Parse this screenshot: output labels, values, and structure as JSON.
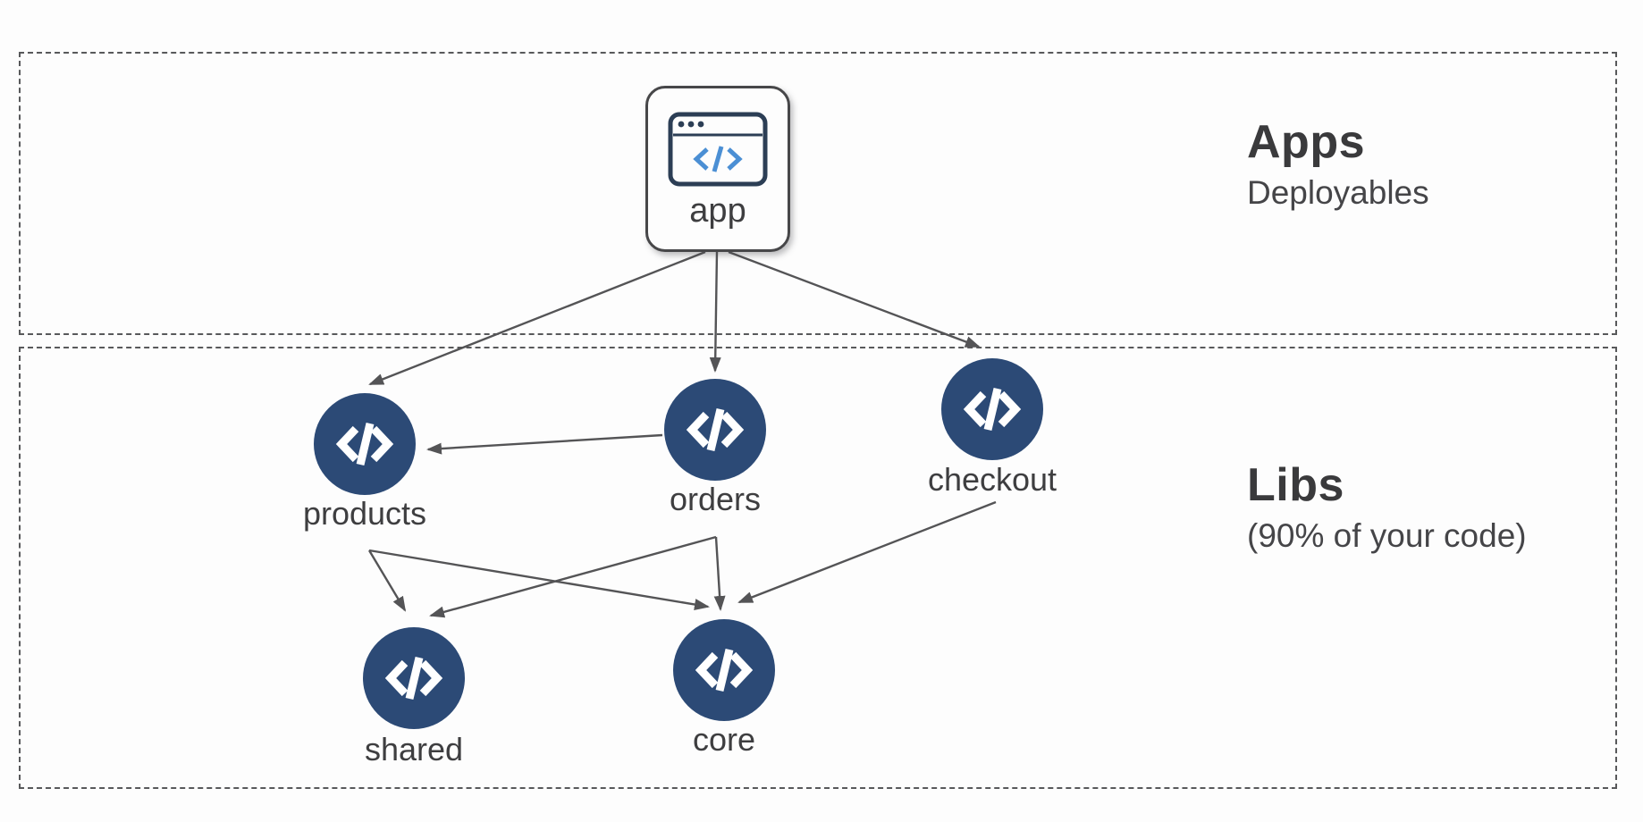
{
  "diagram": {
    "description": "Monorepo architecture diagram: apps depend on libs",
    "regions": [
      {
        "id": "apps",
        "title": "Apps",
        "subtitle": "Deployables"
      },
      {
        "id": "libs",
        "title": "Libs",
        "subtitle": "(90% of your code)"
      }
    ],
    "nodes": {
      "app": {
        "label": "app",
        "type": "application",
        "region": "apps",
        "icon": "app-window-icon"
      },
      "products": {
        "label": "products",
        "type": "library",
        "region": "libs",
        "icon": "code-icon"
      },
      "orders": {
        "label": "orders",
        "type": "library",
        "region": "libs",
        "icon": "code-icon"
      },
      "checkout": {
        "label": "checkout",
        "type": "library",
        "region": "libs",
        "icon": "code-icon"
      },
      "shared": {
        "label": "shared",
        "type": "library",
        "region": "libs",
        "icon": "code-icon"
      },
      "core": {
        "label": "core",
        "type": "library",
        "region": "libs",
        "icon": "code-icon"
      }
    },
    "edges": [
      {
        "from": "app",
        "to": "products"
      },
      {
        "from": "app",
        "to": "orders"
      },
      {
        "from": "app",
        "to": "checkout"
      },
      {
        "from": "orders",
        "to": "products"
      },
      {
        "from": "products",
        "to": "shared"
      },
      {
        "from": "products",
        "to": "core"
      },
      {
        "from": "orders",
        "to": "shared"
      },
      {
        "from": "orders",
        "to": "core"
      },
      {
        "from": "checkout",
        "to": "core"
      }
    ],
    "colors": {
      "background": "#fdfdfd",
      "region_border": "#58595b",
      "edge": "#545456",
      "lib_circle": "#2c4a76",
      "icon_navy": "#2c3e55",
      "icon_blue": "#4b8fd4",
      "text": "#3e3e40",
      "heading": "#3a3a3c"
    }
  }
}
